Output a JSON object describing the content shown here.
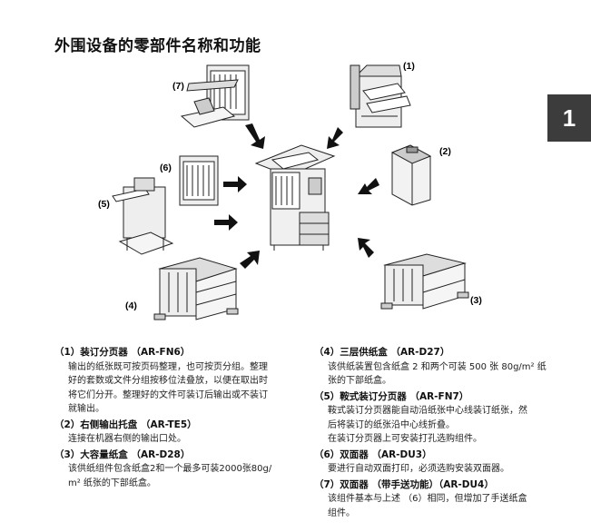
{
  "page": {
    "title": "外围设备的零部件名称和功能",
    "chapter_number": "1"
  },
  "callouts": [
    "(1)",
    "(2)",
    "(3)",
    "(4)",
    "(5)",
    "(6)",
    "(7)"
  ],
  "items_left": [
    {
      "heading": "（1）装订分页器 （AR-FN6）",
      "lines": [
        "输出的纸张既可按页码整理，也可按页分组。整理",
        "好的套数或文件分组按移位法叠放，以便在取出时",
        "将它们分开。整理好的文件可装订后输出或不装订",
        "就输出。"
      ]
    },
    {
      "heading": "（2）右侧输出托盘 （AR-TE5）",
      "lines": [
        "连接在机器右侧的输出口处。"
      ]
    },
    {
      "heading": "（3）大容量纸盒 （AR-D28）",
      "lines": [
        "该供纸组件包含纸盒2和一个最多可装2000张80g/",
        "m² 纸张的下部纸盒。"
      ]
    }
  ],
  "items_right": [
    {
      "heading": "（4）三层供纸盒 （AR-D27）",
      "lines": [
        "该供纸装置包含纸盒 2 和两个可装 500 张 80g/m² 纸",
        "张的下部纸盒。"
      ]
    },
    {
      "heading": "（5）鞍式装订分页器 （AR-FN7）",
      "lines": [
        "鞍式装订分页器能自动沿纸张中心线装订纸张，然",
        "后将装订的纸张沿中心线折叠。",
        "在装订分页器上可安装打孔选购组件。"
      ]
    },
    {
      "heading": "（6）双面器 （AR-DU3）",
      "lines": [
        "要进行自动双面打印，必须选购安装双面器。"
      ]
    },
    {
      "heading": "（7）双面器 （带手送功能）（AR-DU4）",
      "lines": [
        "该组件基本与上述 （6）相同，但增加了手送纸盒",
        "组件。"
      ]
    }
  ],
  "colors": {
    "text": "#111111",
    "tab_bg": "#3c3c3c",
    "line": "#222222"
  }
}
